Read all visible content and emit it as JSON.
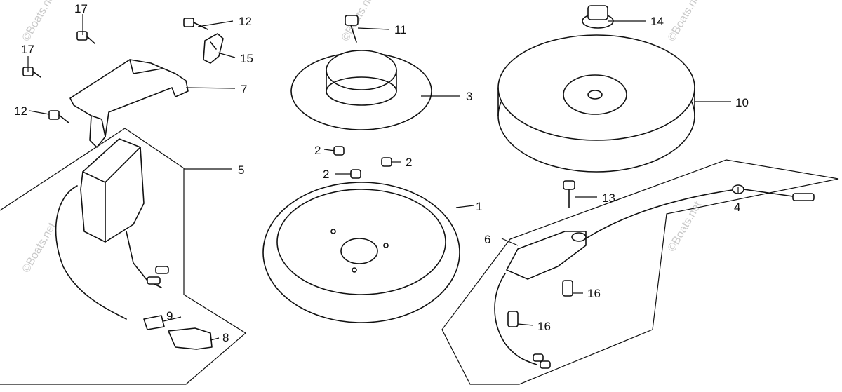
{
  "watermark": "©Boats.net",
  "callouts": {
    "c1": "1",
    "c2a": "2",
    "c2b": "2",
    "c2c": "2",
    "c3": "3",
    "c4": "4",
    "c5": "5",
    "c6": "6",
    "c7": "7",
    "c8": "8",
    "c9": "9",
    "c10": "10",
    "c11": "11",
    "c12a": "12",
    "c12b": "12",
    "c13": "13",
    "c14": "14",
    "c15": "15",
    "c16a": "16",
    "c16b": "16",
    "c17a": "17",
    "c17b": "17"
  }
}
